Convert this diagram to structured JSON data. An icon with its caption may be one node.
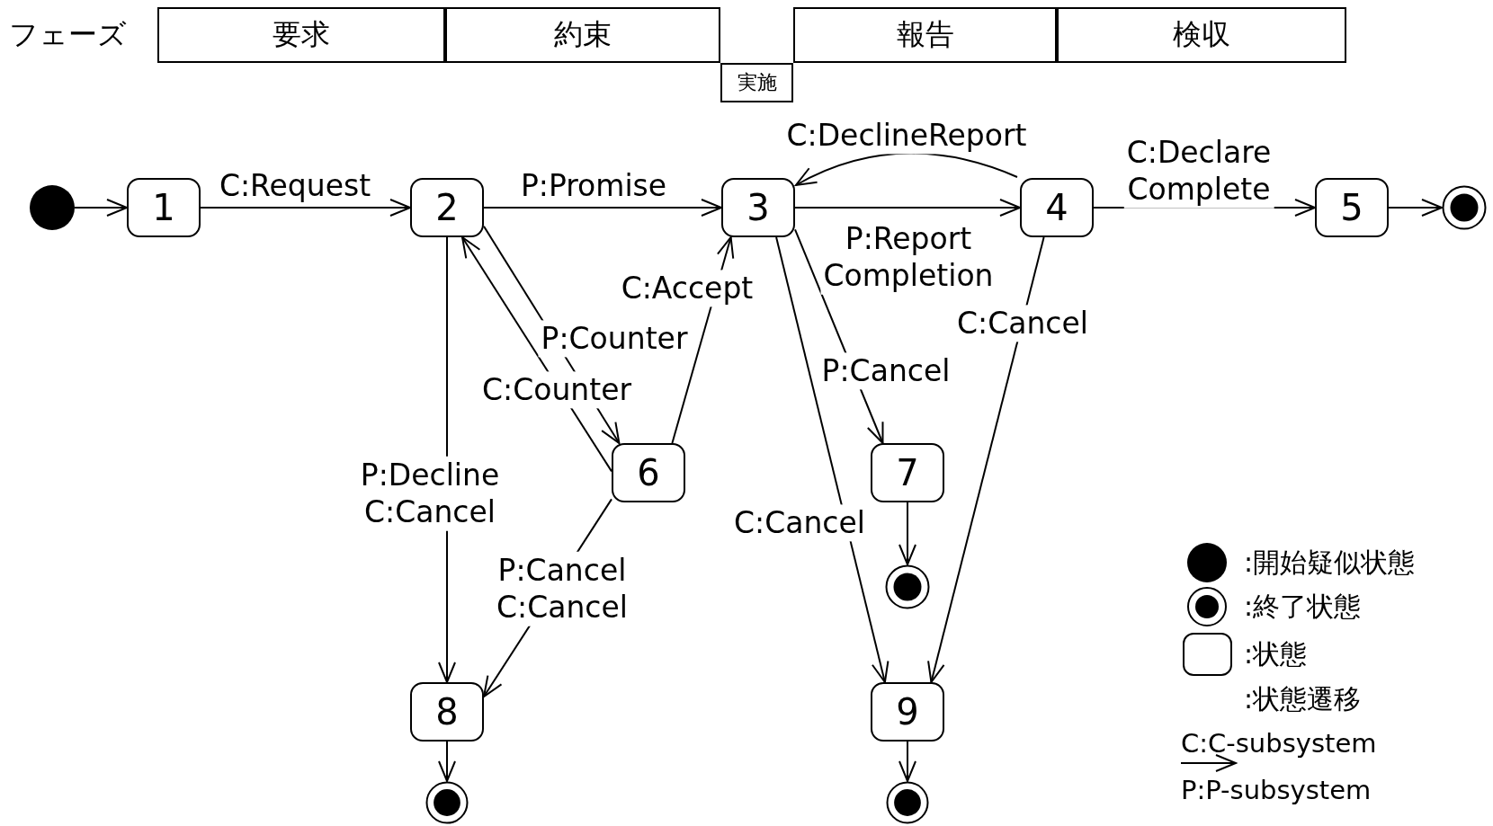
{
  "diagram": {
    "nodes": [
      {
        "text": [
          "要求"
        ]
      },
      {
        "text": [
          "約束"
        ]
      },
      {
        "text": [
          "実施"
        ]
      },
      {
        "text": [
          "報告"
        ]
      },
      {
        "text": [
          "検収"
        ]
      },
      {
        "text": [],
        "shape": "circle"
      },
      {
        "text": [
          "1"
        ]
      },
      {
        "text": [
          "2"
        ]
      },
      {
        "text": [
          "3"
        ]
      },
      {
        "text": [
          "4"
        ]
      },
      {
        "text": [
          "5"
        ]
      },
      {
        "text": [],
        "shape": "circle"
      },
      {
        "text": [
          "6"
        ]
      },
      {
        "text": [
          "7"
        ]
      },
      {
        "text": [],
        "shape": "circle"
      },
      {
        "text": [
          "8"
        ]
      },
      {
        "text": [
          "9"
        ]
      },
      {
        "text": [],
        "shape": "circle"
      },
      {
        "text": [],
        "shape": "circle"
      }
    ],
    "edges": [
      {
        "from": 5,
        "to": 6,
        "arrow": "to"
      },
      {
        "from": 6,
        "to": 7,
        "arrow": "to",
        "label": "C:Request"
      },
      {
        "from": 7,
        "to": 8,
        "arrow": "to",
        "label": "P:Promise"
      },
      {
        "from": 8,
        "to": 9,
        "arrow": "to",
        "label": "P:Report Completion"
      },
      {
        "from": 9,
        "to": 8,
        "arrow": "to",
        "label": "C:DeclineReport"
      },
      {
        "from": 9,
        "to": 10,
        "arrow": "to",
        "label": "C:Declare Complete"
      },
      {
        "from": 10,
        "to": 11,
        "arrow": "to"
      },
      {
        "from": 7,
        "to": 12,
        "arrow": "to",
        "label": "P:Counter"
      },
      {
        "from": 12,
        "to": 7,
        "arrow": "to",
        "label": "C:Counter"
      },
      {
        "from": 12,
        "to": 8,
        "arrow": "to",
        "label": "C:Accept"
      },
      {
        "from": 7,
        "to": 15,
        "arrow": "to",
        "label": "P:Decline C:Cancel"
      },
      {
        "from": 12,
        "to": 15,
        "arrow": "to",
        "label": "P:Cancel C:Cancel"
      },
      {
        "from": 8,
        "to": 13,
        "arrow": "to",
        "label": "P:Cancel"
      },
      {
        "from": 8,
        "to": 16,
        "arrow": "to",
        "label": "C:Cancel"
      },
      {
        "from": 9,
        "to": 16,
        "arrow": "to",
        "label": "C:Cancel"
      },
      {
        "from": 13,
        "to": 14,
        "arrow": "to"
      },
      {
        "from": 15,
        "to": 17,
        "arrow": "to"
      },
      {
        "from": 16,
        "to": 18,
        "arrow": "to"
      }
    ],
    "labels": [
      "フェーズ",
      "C:C-subsystem",
      "P:P-subsystem"
    ],
    "legend": [
      {
        "text": ":開始疑似状態"
      },
      {
        "text": ":終了状態"
      },
      {
        "text": ":状態"
      },
      {
        "text": ":状態遷移"
      }
    ]
  }
}
